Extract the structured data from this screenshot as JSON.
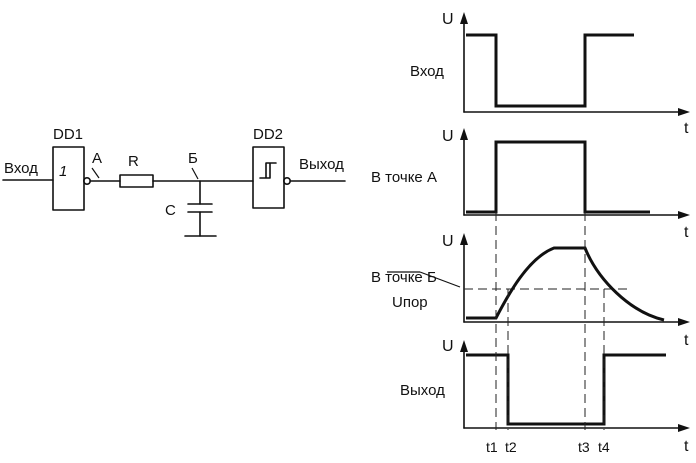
{
  "circuit": {
    "input_label": "Вход",
    "output_label": "Выход",
    "gate1_label": "DD1",
    "gate2_label": "DD2",
    "gate1_symbol": "1",
    "node_a_label": "А",
    "node_b_label": "Б",
    "resistor_label": "R",
    "capacitor_label": "C"
  },
  "timing": {
    "u_axis_label": "U",
    "t_axis_label": "t",
    "channel_input_label": "Вход",
    "channel_a_label": "В точке А",
    "channel_b_label": "В точке Б",
    "threshold_label": "Uпор",
    "channel_output_label": "Выход",
    "time_markers": [
      "t1",
      "t2",
      "t3",
      "t4"
    ]
  },
  "colors": {
    "ink": "#111111",
    "paper": "#ffffff"
  }
}
